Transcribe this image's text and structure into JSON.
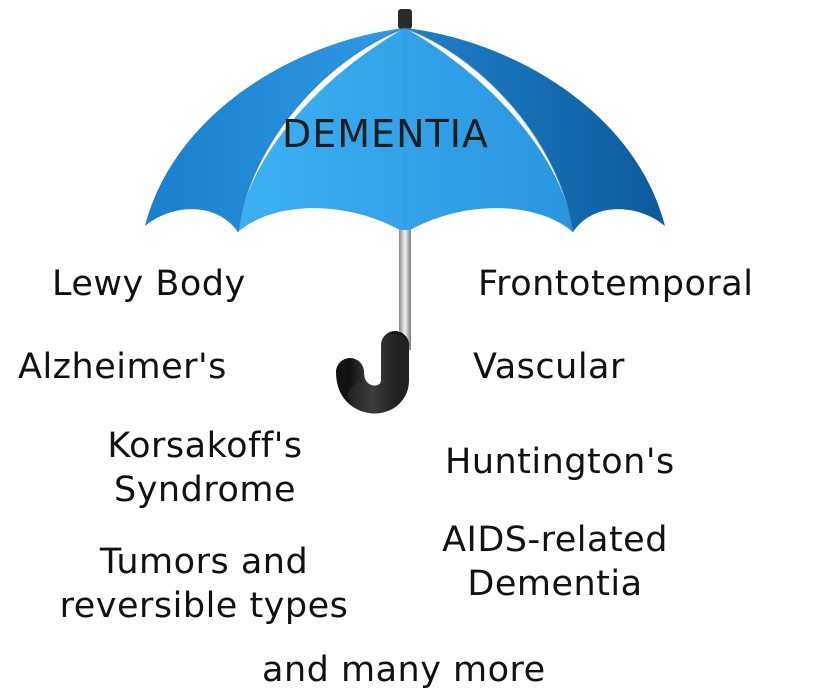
{
  "umbrella": {
    "title": "DEMENTIA",
    "canopy_color_light": "#3aa9ee",
    "canopy_color_dark": "#0e62a8",
    "handle_color": "#222222"
  },
  "types": {
    "lewy_body": "Lewy Body",
    "frontotemporal": "Frontotemporal",
    "alzheimers": "Alzheimer's",
    "vascular": "Vascular",
    "korsakoff_line1": "Korsakoff's",
    "korsakoff_line2": "Syndrome",
    "huntingtons": "Huntington's",
    "tumors_line1": "Tumors and",
    "tumors_line2": "reversible types",
    "aids_line1": "AIDS-related",
    "aids_line2": "Dementia",
    "more": "and many more"
  }
}
